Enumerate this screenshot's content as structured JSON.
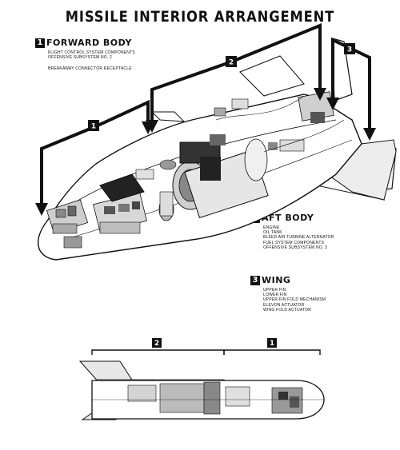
{
  "title": "MISSILE INTERIOR ARRANGEMENT",
  "sections": [
    {
      "number": "1",
      "title": "FORWARD BODY",
      "items": [
        "FLIGHT CONTROL SYSTEM COMPONENTS",
        "OFFENSIVE SUBSYSTEM NO. 2"
      ],
      "note": "BREAKAWAY CONNECTOR RECEPTACLE"
    },
    {
      "number": "2",
      "title": "AFT BODY",
      "items": [
        "ENGINE",
        "OIL TANK",
        "BLEED AIR TURBINE ALTERNATOR",
        "FUEL SYSTEM COMPONENTS",
        "OFFENSIVE SUBSYSTEM NO. 3"
      ]
    },
    {
      "number": "3",
      "title": "WING",
      "items": [
        "UPPER FIN",
        "LOWER FIN",
        "UPPER FIN FOLD MECHANISM",
        "ELEVON ACTUATOR",
        "WING FOLD ACTUATOR"
      ]
    }
  ],
  "callouts": {
    "forward": "1",
    "aft": "2",
    "wing": "3"
  },
  "side_view_labels": {
    "aft": "2",
    "forward": "1"
  }
}
